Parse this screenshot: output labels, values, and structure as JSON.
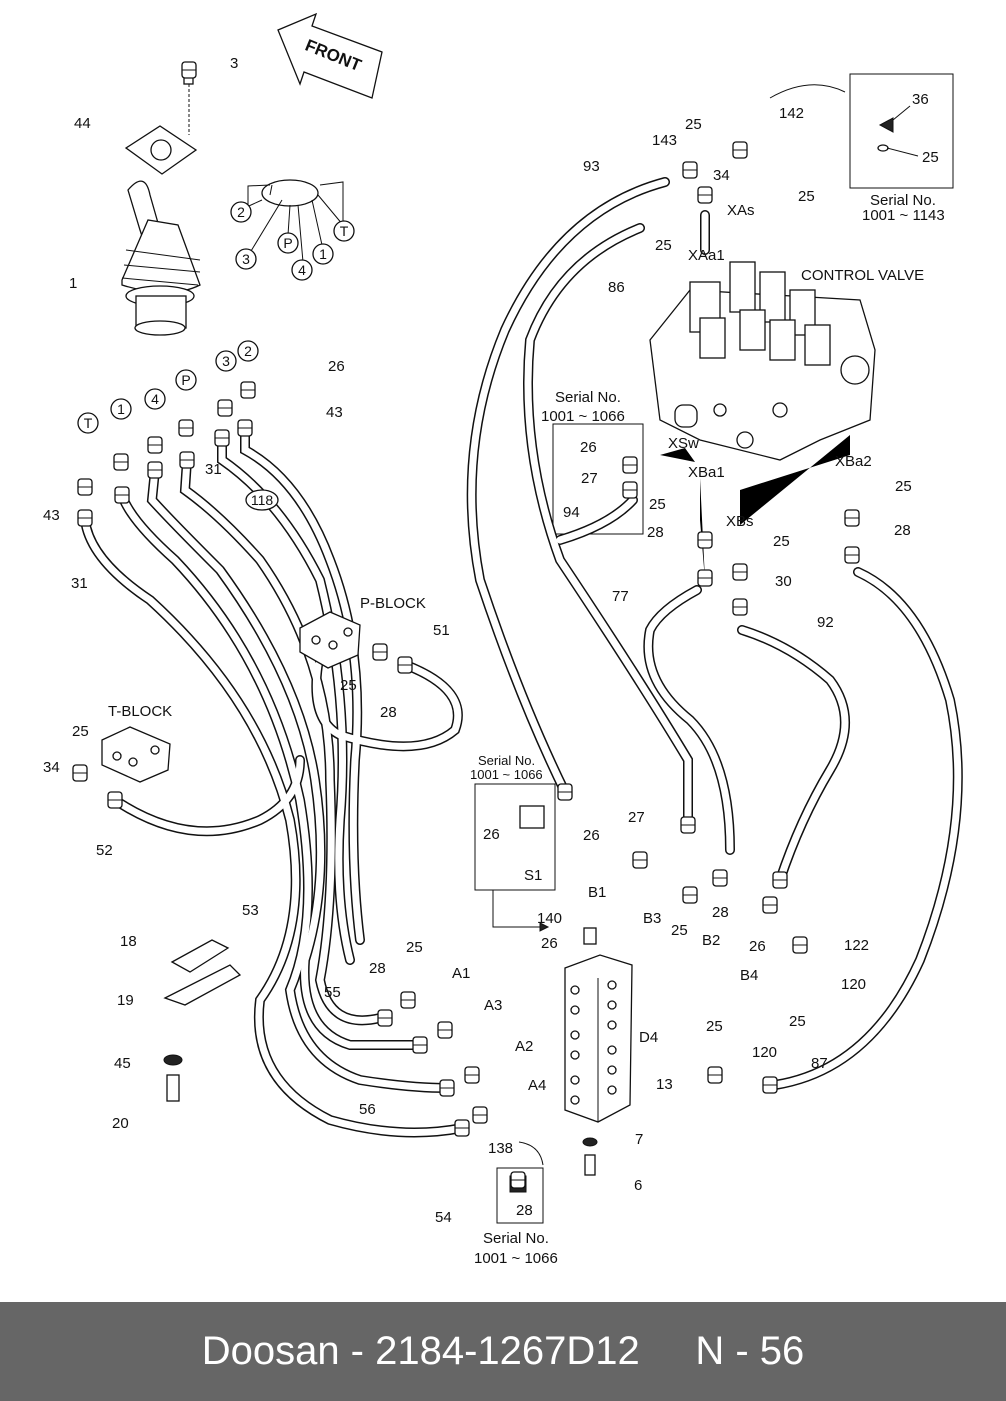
{
  "footer": {
    "brand": "Doosan",
    "separator": " - ",
    "part_number": "2184-1267D12",
    "page": "N - 56"
  },
  "front_arrow": "FRONT",
  "titles": {
    "control_valve": "CONTROL VALVE",
    "p_block": "P-BLOCK",
    "t_block": "T-BLOCK"
  },
  "serial_boxes": [
    {
      "label": "Serial No.",
      "range": "1001 ~ 1143"
    },
    {
      "label": "Serial No.",
      "range": "1001 ~ 1066"
    },
    {
      "label": "Serial No.",
      "range": "1001 ~ 1066"
    },
    {
      "label": "Serial No.",
      "range": "1001 ~ 1066"
    }
  ],
  "ports": [
    "XAs",
    "XAa1",
    "XSw",
    "XBa1",
    "XBs",
    "XBa2",
    "A1",
    "A3",
    "A2",
    "A4",
    "B1",
    "B3",
    "B2",
    "B4",
    "D4",
    "S1"
  ],
  "circled": [
    "2",
    "3",
    "P",
    "4",
    "1",
    "T",
    "3",
    "2",
    "P",
    "4",
    "1",
    "T",
    "118"
  ],
  "callouts": [
    "3",
    "44",
    "1",
    "26",
    "43",
    "43",
    "31",
    "31",
    "51",
    "25",
    "28",
    "25",
    "34",
    "52",
    "53",
    "18",
    "19",
    "45",
    "20",
    "28",
    "25",
    "55",
    "56",
    "54",
    "138",
    "28",
    "140",
    "26",
    "13",
    "7",
    "6",
    "25",
    "120",
    "87",
    "26",
    "26",
    "27",
    "25",
    "28",
    "26",
    "122",
    "120",
    "25",
    "93",
    "143",
    "25",
    "142",
    "34",
    "25",
    "25",
    "86",
    "36",
    "25",
    "26",
    "27",
    "94",
    "25",
    "28",
    "25",
    "30",
    "25",
    "28",
    "77",
    "92"
  ]
}
